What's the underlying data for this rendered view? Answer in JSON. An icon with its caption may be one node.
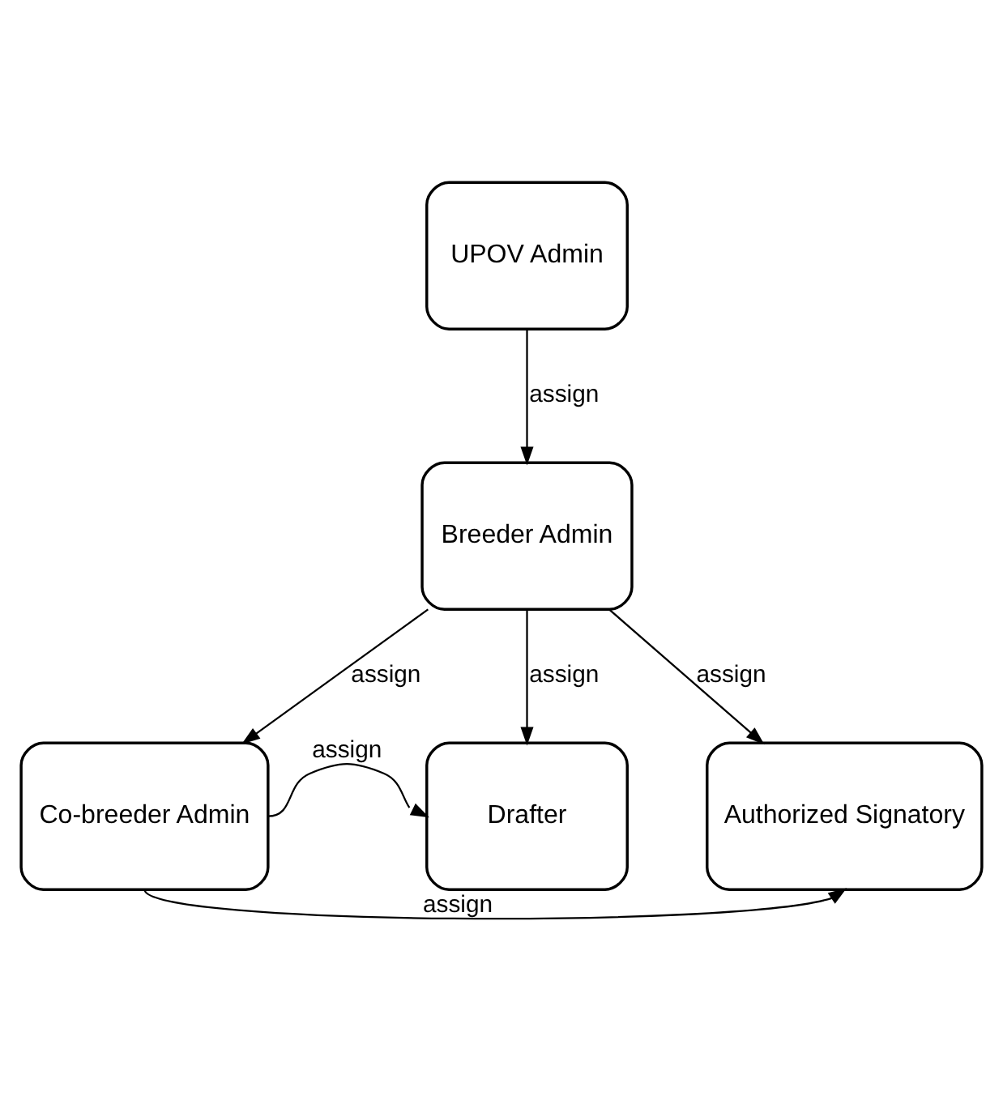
{
  "diagram": {
    "nodes": [
      {
        "text": [
          "UPOV Admin"
        ]
      },
      {
        "text": [
          "Breeder Admin"
        ]
      },
      {
        "text": [
          "Co-breeder Admin"
        ]
      },
      {
        "text": [
          "Drafter"
        ]
      },
      {
        "text": [
          "Authorized Signatory"
        ]
      }
    ],
    "edges": [
      {
        "from": 0,
        "to": 1,
        "arrow": "to",
        "label": "assign"
      },
      {
        "from": 1,
        "to": 2,
        "arrow": "to",
        "label": "assign"
      },
      {
        "from": 1,
        "to": 3,
        "arrow": "to",
        "label": "assign"
      },
      {
        "from": 1,
        "to": 4,
        "arrow": "to",
        "label": "assign"
      },
      {
        "from": 2,
        "to": 3,
        "arrow": "to",
        "label": "assign"
      },
      {
        "from": 2,
        "to": 4,
        "arrow": "to",
        "label": "assign"
      }
    ]
  }
}
